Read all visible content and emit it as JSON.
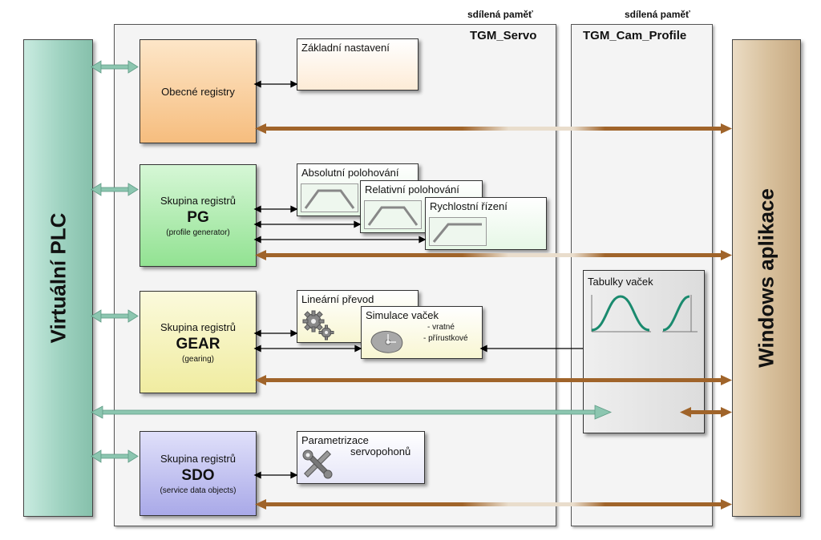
{
  "shared_memory": {
    "label_servo": "sdílená paměť",
    "label_cam": "sdílená paměť"
  },
  "panels": {
    "servo_title": "TGM_Servo",
    "cam_title": "TGM_Cam_Profile"
  },
  "left_bar": {
    "label": "Virtuální PLC"
  },
  "right_bar": {
    "label": "Windows aplikace"
  },
  "registers": {
    "general": {
      "label": "Obecné registry"
    },
    "pg": {
      "line1": "Skupina registrů",
      "name": "PG",
      "desc": "(profile generator)"
    },
    "gear": {
      "line1": "Skupina registrů",
      "name": "GEAR",
      "desc": "(gearing)"
    },
    "sdo": {
      "line1": "Skupina registrů",
      "name": "SDO",
      "desc": "(service data objects)"
    }
  },
  "functions": {
    "basic_settings": "Základní nastavení",
    "absolute_positioning": "Absolutní polohování",
    "relative_positioning": "Relativní polohování",
    "speed_control": "Rychlostní řízení",
    "linear_gearing": "Lineární převod",
    "cam_simulation": {
      "title": "Simulace vaček",
      "item1": "- vratné",
      "item2": "- přírustkové"
    },
    "parametrization": {
      "line1": "Parametrizace",
      "line2": "servopohonů"
    },
    "cam_tables": "Tabulky vaček"
  },
  "colors": {
    "plc_green": "#a6d7c7",
    "windows_tan": "#d9c3a2",
    "orange_reg": "#f9c990",
    "green_reg": "#9be59b",
    "yellow_reg": "#f5f2b0",
    "blue_reg": "#b8b8ec",
    "arrow_teal": "#8cc6b0",
    "arrow_brown": "#a0642a"
  }
}
